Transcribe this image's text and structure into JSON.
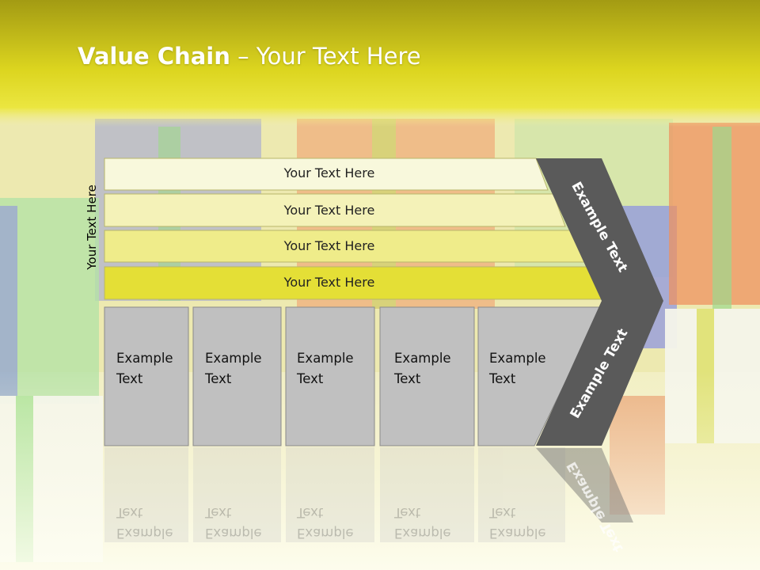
{
  "title": {
    "bold": "Value Chain",
    "rest": " – Your Text Here"
  },
  "side_label": "Your Text Here",
  "support_bars": [
    "Your Text Here",
    "Your Text Here",
    "Your Text Here",
    "Your Text Here"
  ],
  "primary_boxes": [
    {
      "line1": "Example",
      "line2": "Text"
    },
    {
      "line1": "Example",
      "line2": "Text"
    },
    {
      "line1": "Example",
      "line2": "Text"
    },
    {
      "line1": "Example",
      "line2": "Text"
    },
    {
      "line1": "Example",
      "line2": "Text"
    }
  ],
  "chevron": {
    "upper": "Example Text",
    "lower": "Example Text"
  },
  "colors": {
    "header_top": "#a59d14",
    "header_mid": "#e2dc1e",
    "bar_1": "#f8f8dc",
    "bar_2": "#f4f2b8",
    "bar_3": "#efec8a",
    "bar_4": "#e4df36",
    "box_fill": "#c0c0c0",
    "chevron": "#5a5a5a"
  }
}
